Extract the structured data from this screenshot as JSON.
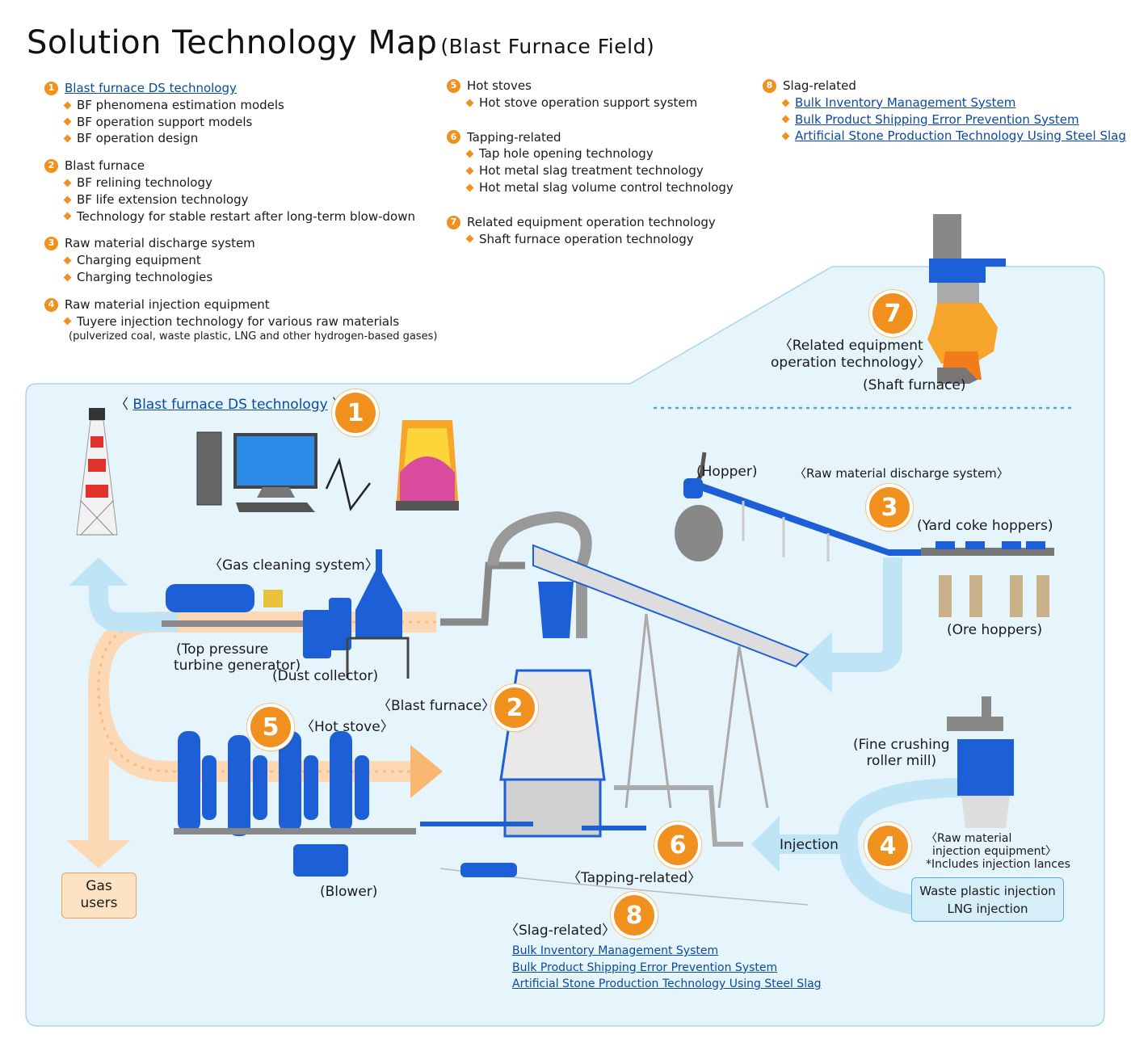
{
  "title": {
    "main": "Solution Technology Map",
    "sub": "(Blast Furnace Field)"
  },
  "colors": {
    "accent_orange": "#f0901e",
    "link_blue": "#0b4aa1",
    "panel_blue": "#e6f4fb",
    "arrow_blue": "#bfe4f6",
    "arrow_orange": "#fcd9b4"
  },
  "legend": [
    {
      "num": "1",
      "title": "Blast furnace DS technology",
      "items": [
        "BF phenomena estimation models",
        "BF operation support models",
        "BF operation design"
      ]
    },
    {
      "num": "2",
      "title": "Blast furnace",
      "items": [
        "BF relining technology",
        "BF life extension technology",
        "Technology for stable restart after long-term blow-down"
      ]
    },
    {
      "num": "3",
      "title": "Raw material discharge system",
      "items": [
        "Charging equipment",
        "Charging technologies"
      ]
    },
    {
      "num": "4",
      "title": "Raw material injection equipment",
      "items": [
        "Tuyere injection technology for various raw materials"
      ],
      "note": "(pulverized coal, waste plastic, LNG and other hydrogen-based gases)"
    },
    {
      "num": "5",
      "title": "Hot stoves",
      "items": [
        "Hot stove operation support system"
      ]
    },
    {
      "num": "6",
      "title": "Tapping-related",
      "items": [
        "Tap hole opening technology",
        "Hot metal slag treatment technology",
        "Hot metal slag volume control technology"
      ]
    },
    {
      "num": "7",
      "title": "Related equipment operation technology",
      "items": [
        "Shaft furnace operation technology"
      ]
    },
    {
      "num": "8",
      "title": "Slag-related",
      "items": [
        "Bulk Inventory Management System",
        "Bulk Product Shipping Error Prevention System",
        "Artificial Stone Production Technology Using Steel Slag"
      ]
    }
  ],
  "diagram": {
    "ds_label": "Blast furnace DS technology",
    "gas_cleaning": "〈Gas cleaning system〉",
    "top_pressure": [
      "(Top pressure",
      "turbine generator)"
    ],
    "dust_collector": "(Dust collector)",
    "blast_furnace": "〈Blast furnace〉",
    "hot_stove": "〈Hot stove〉",
    "blower": "(Blower)",
    "gas_users": [
      "Gas",
      "users"
    ],
    "tapping": "〈Tapping-related〉",
    "slag": "〈Slag-related〉",
    "slag_links": [
      "Bulk Inventory Management System",
      "Bulk Product Shipping Error Prevention System",
      "Artificial Stone Production Technology Using Steel Slag"
    ],
    "hopper": "(Hopper)",
    "raw_discharge": "〈Raw material discharge system〉",
    "yard_coke": "(Yard coke hoppers)",
    "ore_hoppers": "(Ore hoppers)",
    "injection": "Injection",
    "fine_crushing": [
      "(Fine crushing",
      "roller mill)"
    ],
    "raw_injection": [
      "〈Raw material",
      "injection equipment〉",
      "*Includes injection lances"
    ],
    "injection_box": [
      "Waste plastic injection",
      "LNG injection"
    ],
    "related_equipment": [
      "〈Related equipment",
      "operation technology〉"
    ],
    "shaft_furnace": "(Shaft furnace)",
    "numbers": [
      "1",
      "2",
      "3",
      "4",
      "5",
      "6",
      "7",
      "8"
    ]
  }
}
